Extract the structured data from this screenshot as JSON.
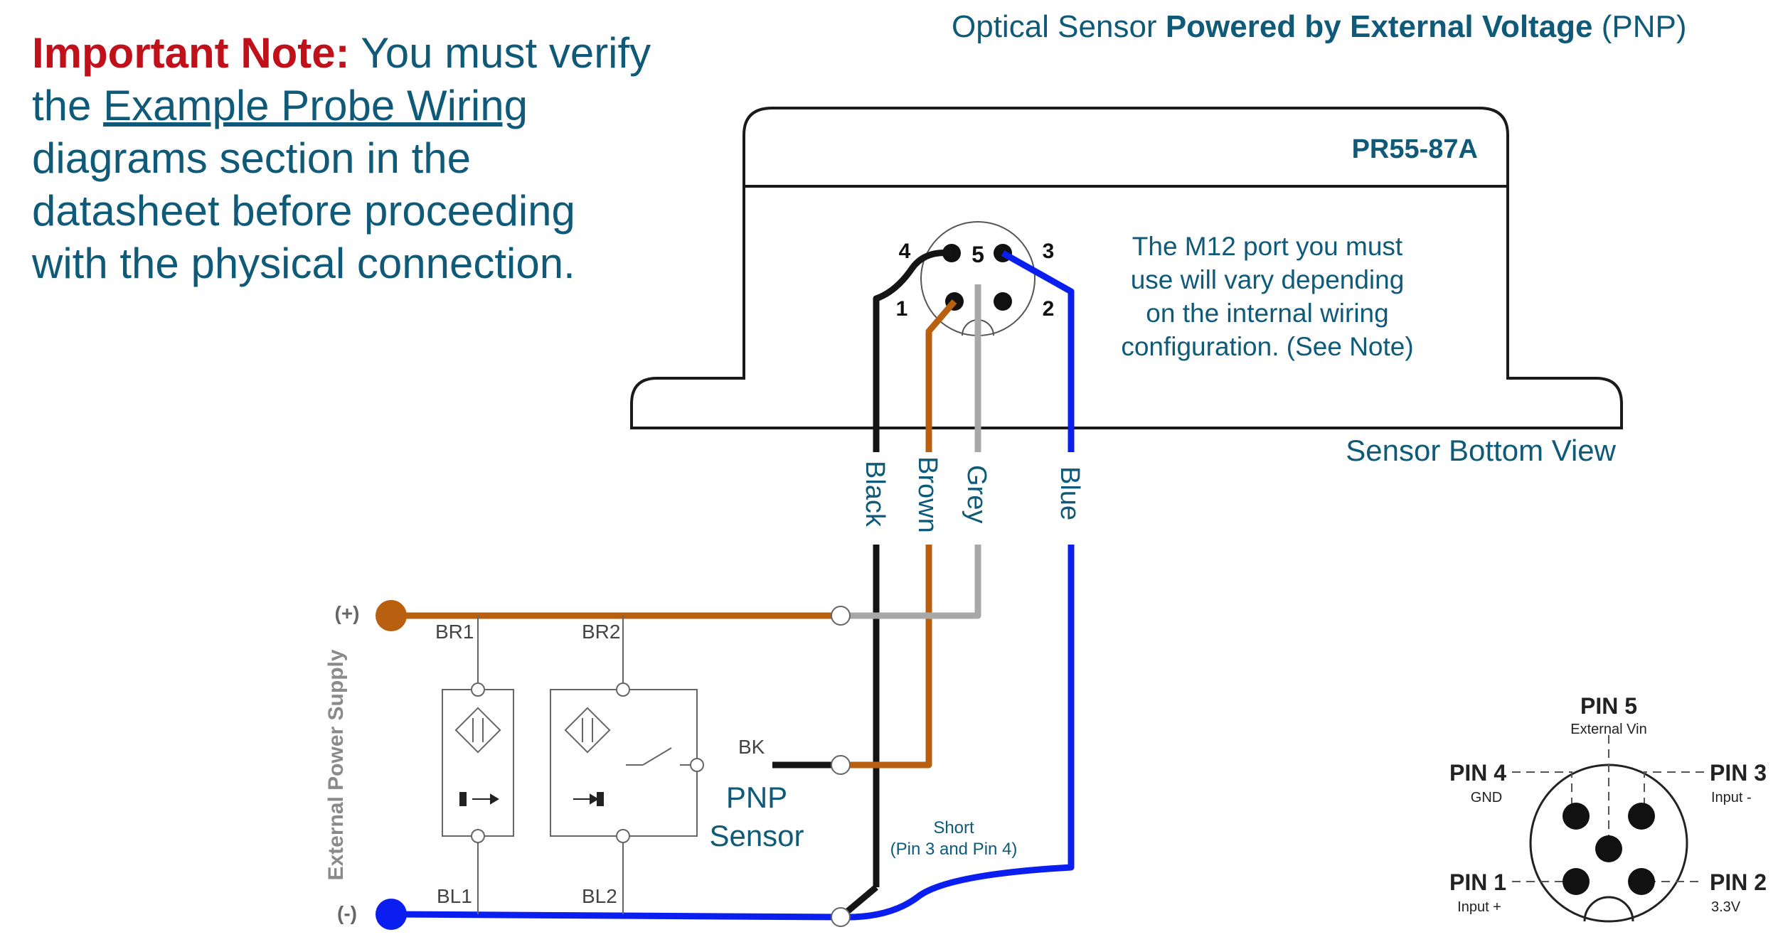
{
  "note": {
    "label": "Important Note:",
    "t1": " You must verify the ",
    "link": "Example Probe Wiring",
    "t2": " diagrams section in the datasheet before proceeding with the physical connection."
  },
  "header": {
    "prefix": "Optical Sensor ",
    "bold": "Powered by External Voltage",
    "suffix": " (PNP)"
  },
  "sensor": {
    "model": "PR55-87A",
    "port_note": [
      "The M12 port you must",
      "use will vary depending",
      "on the internal wiring",
      "configuration. (See Note)"
    ],
    "view_label": "Sensor Bottom View",
    "pins": {
      "p1": "1",
      "p2": "2",
      "p3": "3",
      "p4": "4",
      "p5": "5"
    }
  },
  "wires": {
    "black": "Black",
    "brown": "Brown",
    "grey": "Grey",
    "blue": "Blue"
  },
  "supply": {
    "label": "External Power Supply",
    "plus": "(+)",
    "minus": "(-)"
  },
  "circuit": {
    "br1": "BR1",
    "br2": "BR2",
    "bl1": "BL1",
    "bl2": "BL2",
    "bk": "BK",
    "pnp": "PNP",
    "sensor": "Sensor",
    "short1": "Short",
    "short2": "(Pin 3 and Pin 4)"
  },
  "pinout": {
    "pin5": "PIN 5",
    "pin5_sub": "External Vin",
    "pin4": "PIN 4",
    "pin4_sub": "GND",
    "pin3": "PIN 3",
    "pin3_sub": "Input -",
    "pin1": "PIN 1",
    "pin1_sub": "Input +",
    "pin2": "PIN 2",
    "pin2_sub": "3.3V"
  },
  "colors": {
    "text": "#0e5a78",
    "important": "#c0101a",
    "brown": "#b8600f",
    "blue": "#0a1ef0",
    "grey": "#a8a8a8",
    "black": "#141414"
  }
}
